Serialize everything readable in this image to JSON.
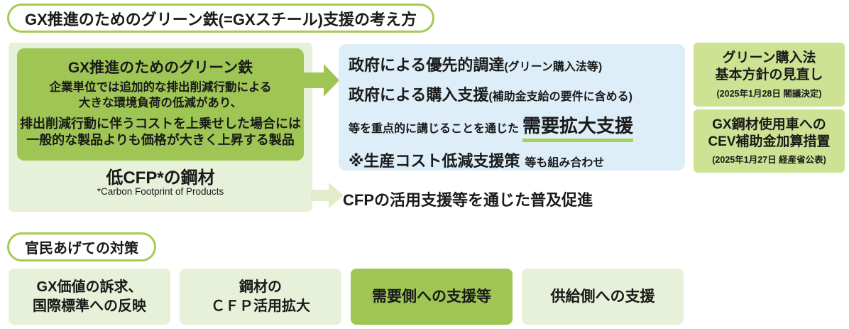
{
  "header": {
    "title": "GX推進のためのグリーン鉄(=GXスチール)支援の考え方"
  },
  "green_steel_panel": {
    "definition_box": {
      "title": "GX推進のためのグリーン鉄",
      "body_line1": "企業単位では追加的な排出削減行動による",
      "body_line2": "大きな環境負荷の低減があり、",
      "emphasis_line1": "排出削減行動に伴うコストを上乗せした場合には",
      "emphasis_line2": "一般的な製品よりも価格が大きく上昇する製品"
    },
    "product_label": "低CFP*の鋼材",
    "product_note": "*Carbon Footprint of Products"
  },
  "support_box": {
    "procurement_main": "政府による優先的調達",
    "procurement_sub": "(グリーン購入法等)",
    "purchase_main": "政府による購入支援",
    "purchase_sub": "(補助金支給の要件に含める)",
    "demand_lead": "等を重点的に講じることを通じた",
    "demand_emphasis": "需要拡大支援",
    "cost_main": "※生産コスト低減支援策",
    "cost_sub": "等も組み合わせ"
  },
  "diffusion_text": "CFPの活用支援等を通じた普及促進",
  "policy_notes": [
    {
      "line1": "グリーン購入法",
      "line2": "基本方針の見直し",
      "note": "(2025年1月28日 閣議決定)"
    },
    {
      "line1": "GX鋼材使用車への",
      "line2": "CEV補助金加算措置",
      "note": "(2025年1月27日 経産省公表)"
    }
  ],
  "section2": {
    "title": "官民あげての対策"
  },
  "measures": [
    {
      "line1": "GX価値の訴求、",
      "line2": "国際標準への反映"
    },
    {
      "line1": "鋼材の",
      "line2": "ＣＦＰ活用拡大"
    },
    {
      "line1": "需要側への支援等",
      "line2": ""
    },
    {
      "line1": "供給側への支援",
      "line2": ""
    }
  ],
  "colors": {
    "accent_green": "#9fc655",
    "pale_green": "#e7f0d8",
    "note_green": "#cde293",
    "pale_blue": "#ddeef9",
    "underline_green": "#a4d054",
    "outline_green": "#a4cb52",
    "light_arrow_green": "#e1edca"
  }
}
